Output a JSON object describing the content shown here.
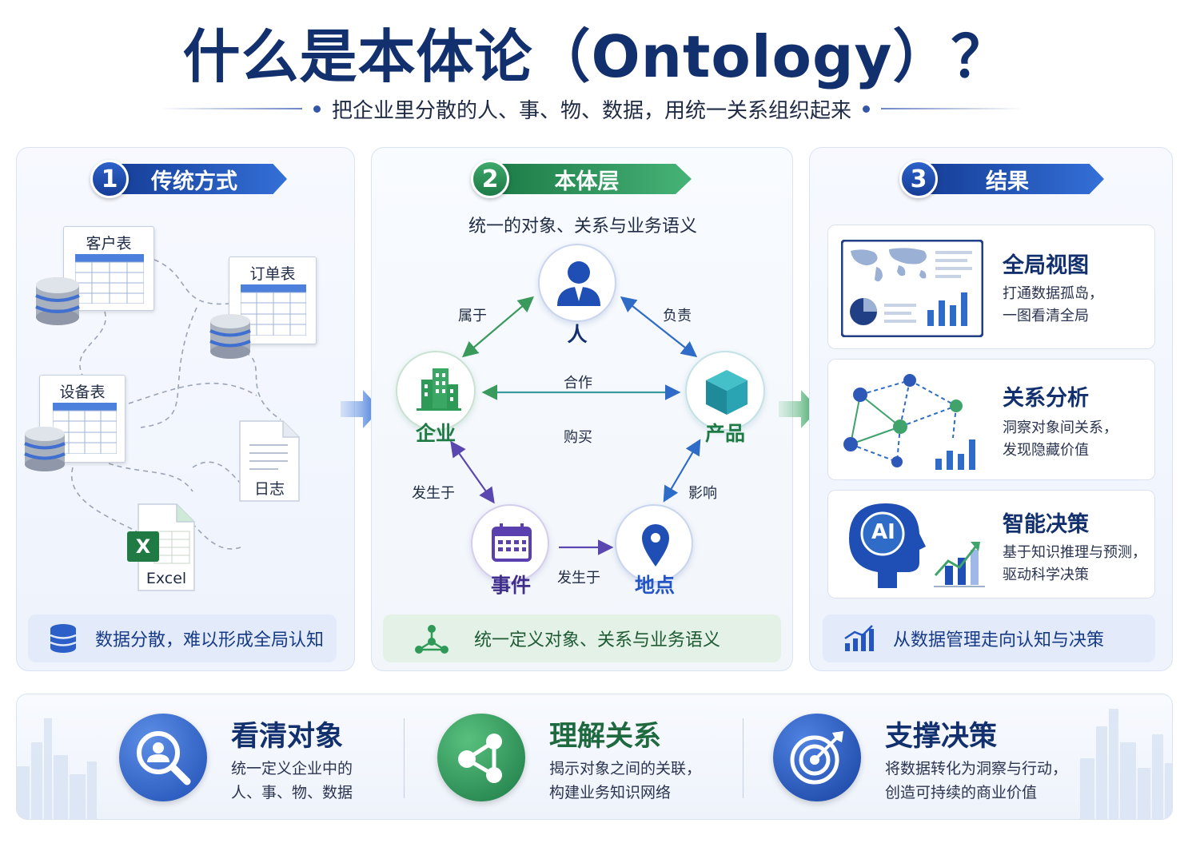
{
  "header": {
    "title": "什么是本体论（Ontology）？",
    "subtitle": "把企业里分散的人、事、物、数据，用统一关系组织起来"
  },
  "panel1": {
    "num": "1",
    "label": "传统方式",
    "tables": {
      "customer": "客户表",
      "order": "订单表",
      "device": "设备表",
      "log": "日志",
      "excel": "Excel",
      "excel_mark": "X"
    },
    "footer": "数据分散，难以形成全局认知"
  },
  "panel2": {
    "num": "2",
    "label": "本体层",
    "caption": "统一的对象、关系与业务语义",
    "nodes": {
      "person": "人",
      "enterprise": "企业",
      "product": "产品",
      "event": "事件",
      "location": "地点"
    },
    "relations": {
      "belongs": "属于",
      "responsible": "负责",
      "cooperate": "合作",
      "purchase": "购买",
      "occurs_left": "发生于",
      "occurs_bottom": "发生于",
      "influence": "影响"
    },
    "footer": "统一定义对象、关系与业务语义"
  },
  "panel3": {
    "num": "3",
    "label": "结果",
    "cards": [
      {
        "title": "全局视图",
        "line1": "打通数据孤岛，",
        "line2": "一图看清全局"
      },
      {
        "title": "关系分析",
        "line1": "洞察对象间关系，",
        "line2": "发现隐藏价值"
      },
      {
        "title": "智能决策",
        "line1": "基于知识推理与预测，",
        "line2": "驱动科学决策"
      }
    ],
    "ai_mark": "AI",
    "footer": "从数据管理走向认知与决策"
  },
  "bottom": [
    {
      "title": "看清对象",
      "line1": "统一定义企业中的",
      "line2": "人、事、物、数据"
    },
    {
      "title": "理解关系",
      "line1": "揭示对象之间的关联，",
      "line2": "构建业务知识网络"
    },
    {
      "title": "支撑决策",
      "line1": "将数据转化为洞察与行动，",
      "line2": "创造可持续的商业价值"
    }
  ],
  "colors": {
    "navy": "#12306e",
    "blue": "#2356c4",
    "green": "#2a8a55",
    "purple": "#5b3fa8"
  }
}
